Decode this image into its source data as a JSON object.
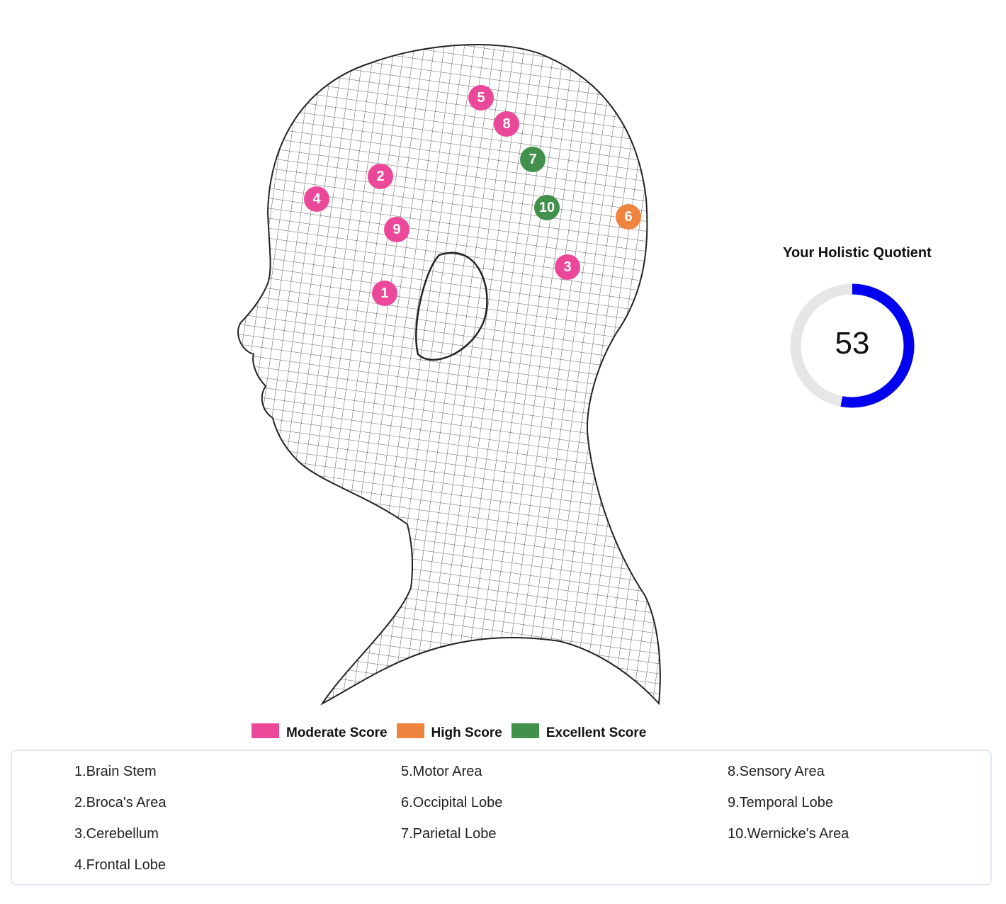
{
  "markers": [
    {
      "n": "1",
      "status": "moderate"
    },
    {
      "n": "2",
      "status": "moderate"
    },
    {
      "n": "3",
      "status": "moderate"
    },
    {
      "n": "4",
      "status": "moderate"
    },
    {
      "n": "5",
      "status": "moderate"
    },
    {
      "n": "6",
      "status": "high"
    },
    {
      "n": "7",
      "status": "excellent"
    },
    {
      "n": "8",
      "status": "moderate"
    },
    {
      "n": "9",
      "status": "moderate"
    },
    {
      "n": "10",
      "status": "excellent"
    }
  ],
  "colors": {
    "moderate": "#ec489a",
    "high": "#ef843f",
    "excellent": "#41914c",
    "gauge": "#0000ee",
    "gauge_track": "#e6e6e6"
  },
  "gauge": {
    "title": "Your Holistic Quotient",
    "value": "53",
    "percent": 53
  },
  "legend": [
    {
      "label": "Moderate Score",
      "status": "moderate"
    },
    {
      "label": "High Score",
      "status": "high"
    },
    {
      "label": "Excellent Score",
      "status": "excellent"
    }
  ],
  "areas": [
    [
      "1.Brain Stem",
      "2.Broca's Area",
      "3.Cerebellum",
      "4.Frontal Lobe"
    ],
    [
      "5.Motor Area",
      "6.Occipital Lobe",
      "7.Parietal Lobe"
    ],
    [
      "8.Sensory Area",
      "9.Temporal Lobe",
      "10.Wernicke's Area"
    ]
  ]
}
